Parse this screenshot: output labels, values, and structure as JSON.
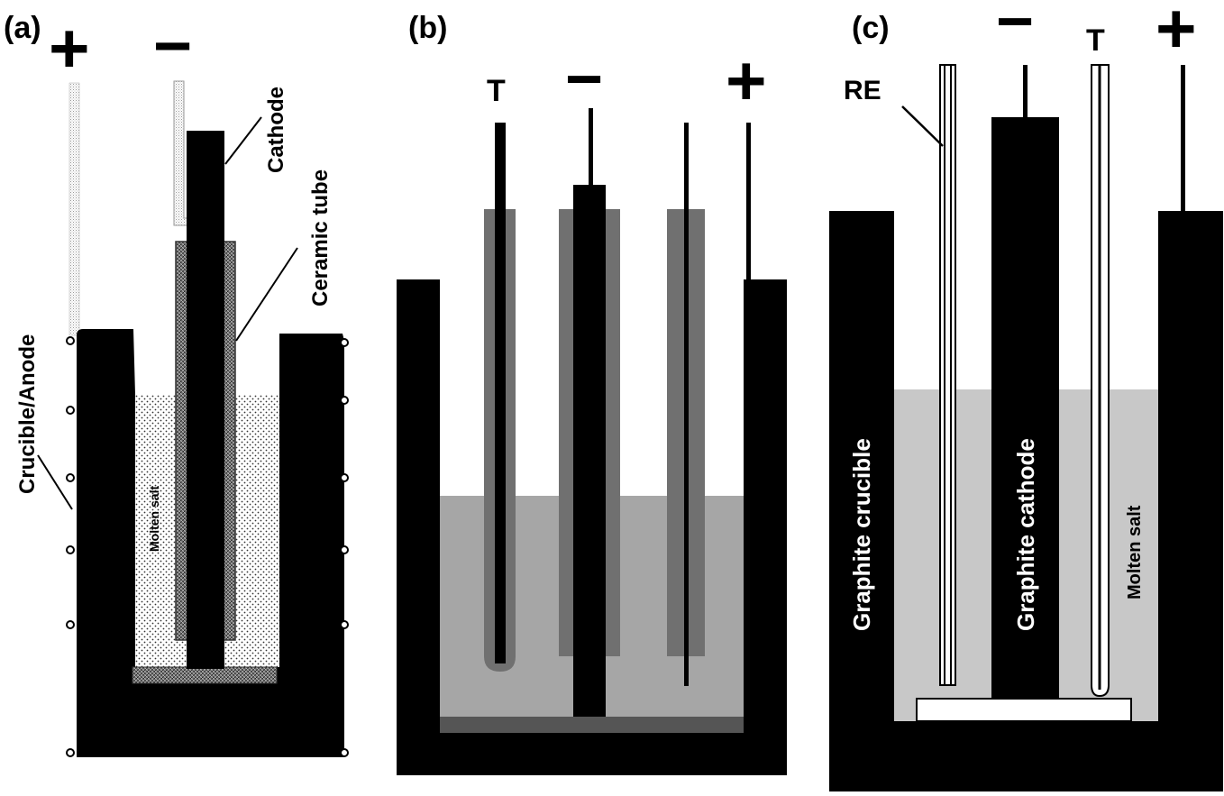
{
  "panels": {
    "a": {
      "label": "(a)",
      "plus": "+",
      "minus": "−",
      "cathode": "Cathode",
      "ceramic_tube": "Ceramic tube",
      "crucible_anode": "Crucible/Anode",
      "molten_salt": "Molten salt"
    },
    "b": {
      "label": "(b)",
      "t": "T",
      "minus": "−",
      "plus": "+"
    },
    "c": {
      "label": "(c)",
      "minus": "−",
      "t": "T",
      "plus": "+",
      "re": "RE",
      "graphite_crucible": "Graphite crucible",
      "graphite_cathode": "Graphite cathode",
      "molten_salt": "Molten salt"
    }
  },
  "colors": {
    "solid": "#000000",
    "salt_grey": "#a6a6a6",
    "salt_light": "#c8c8c8",
    "sheath_grey": "#6e6e6e",
    "background": "#ffffff"
  }
}
